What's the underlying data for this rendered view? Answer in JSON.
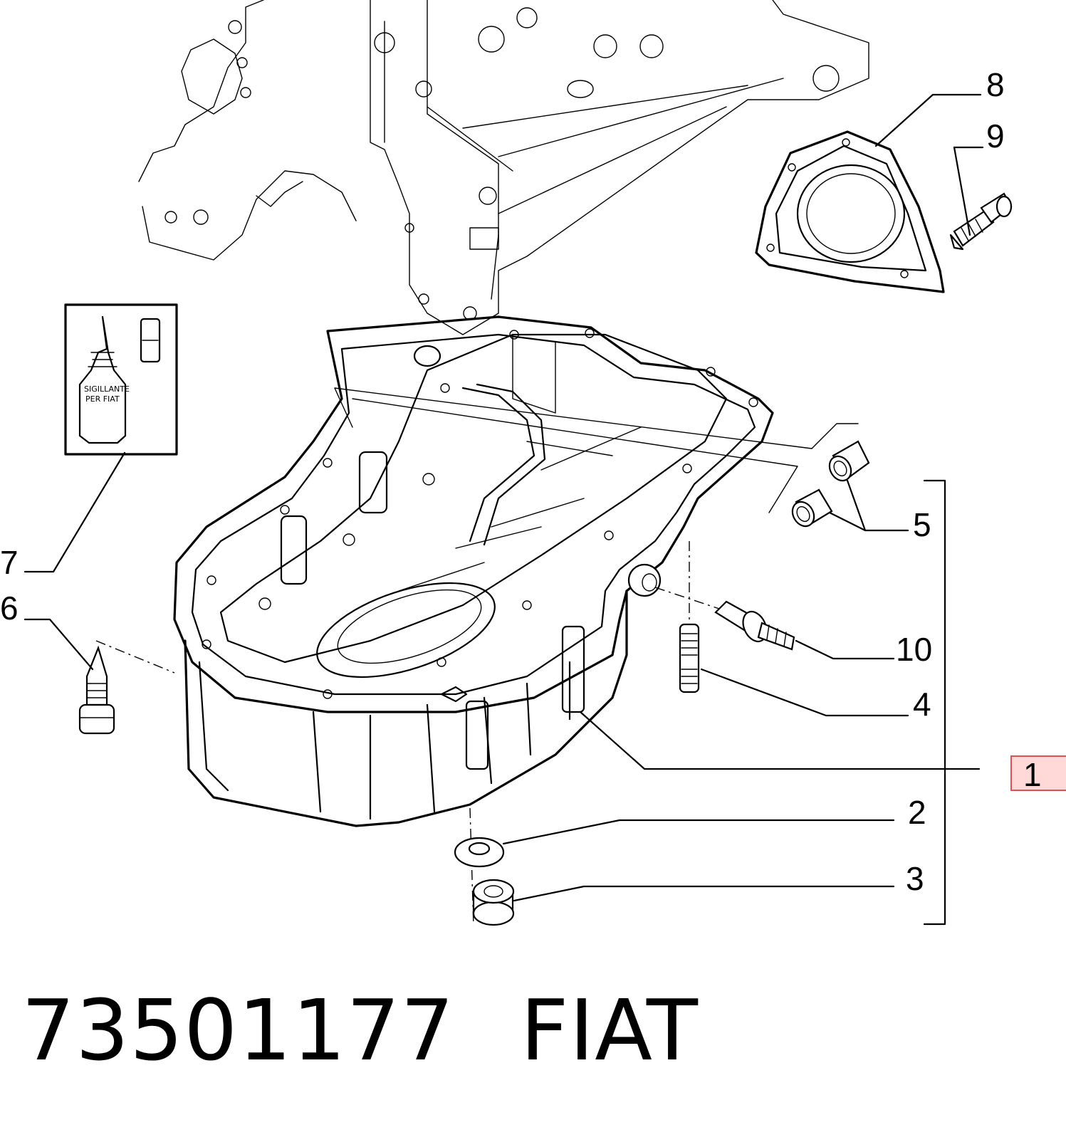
{
  "callouts": {
    "c1": "1",
    "c2": "2",
    "c3": "3",
    "c4": "4",
    "c5": "5",
    "c6": "6",
    "c7": "7",
    "c8": "8",
    "c9": "9",
    "c10": "10"
  },
  "sealant_bottle": {
    "line1": "SIGILLANTE",
    "line2": "PER FIAT"
  },
  "caption": {
    "part_number": "73501177",
    "brand": "FIAT"
  },
  "colors": {
    "line": "#000000",
    "highlight": "#e05050",
    "background": "#ffffff"
  }
}
